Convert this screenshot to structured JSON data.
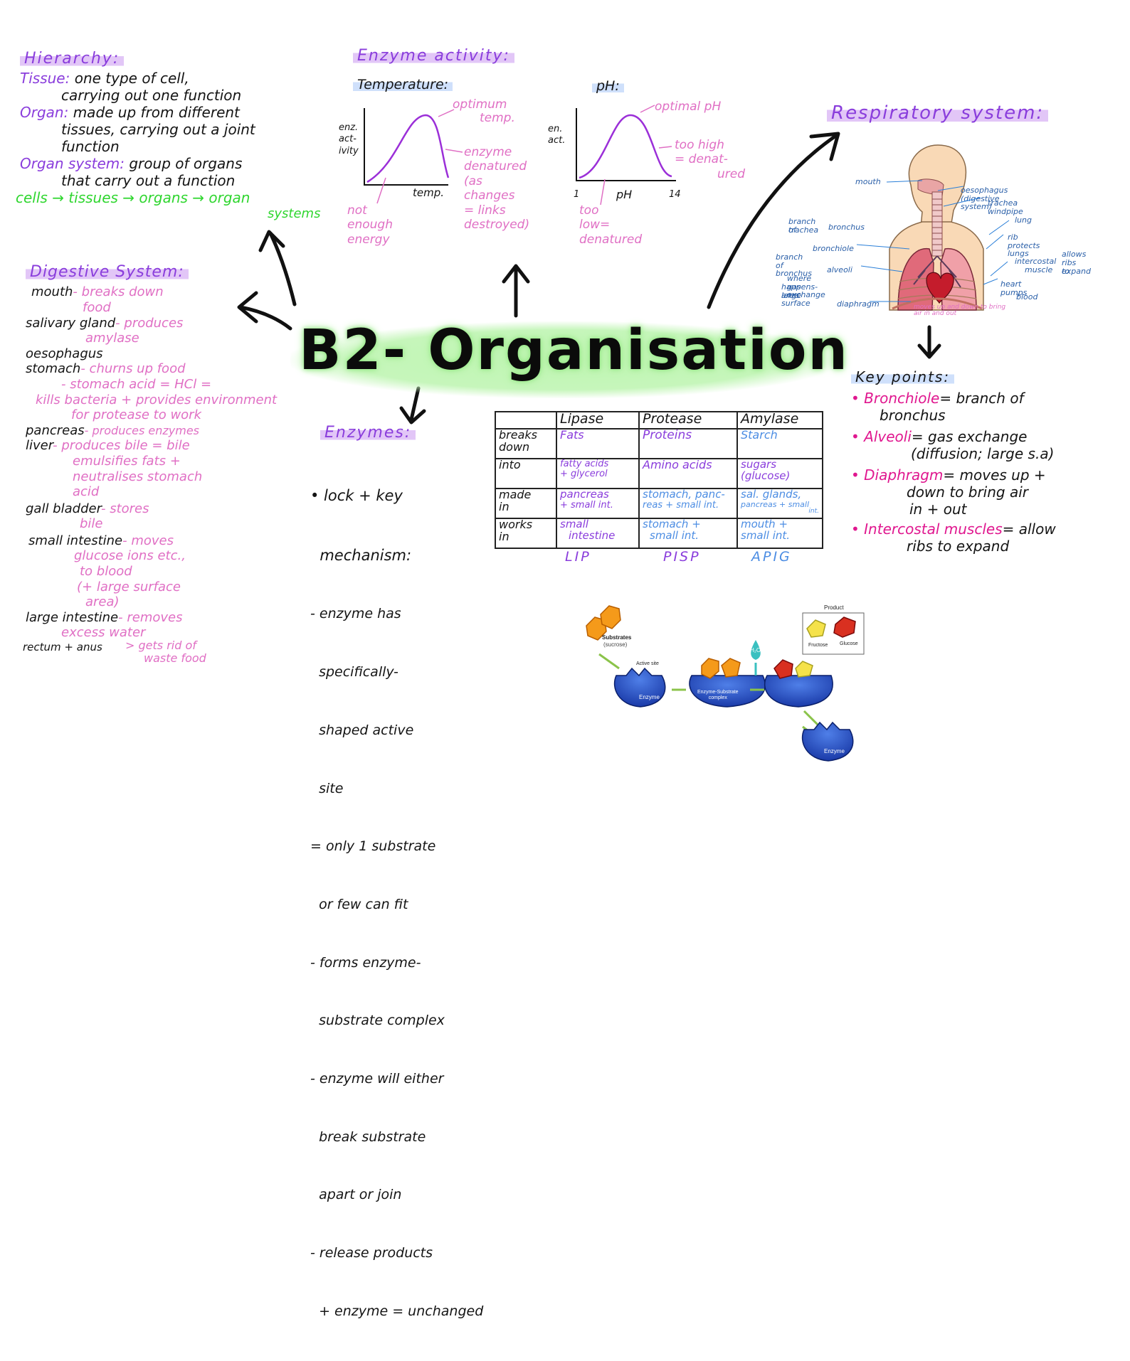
{
  "title": "B2- Organisation",
  "hierarchy": {
    "heading": "Hierarchy:",
    "lines": [
      {
        "key": "Tissue:",
        "text": "one type of cell,"
      },
      {
        "key": "",
        "text": "carrying out one function"
      },
      {
        "key": "Organ:",
        "text": "made up from different"
      },
      {
        "key": "",
        "text": "tissues, carrying out a joint"
      },
      {
        "key": "",
        "text": "function"
      },
      {
        "key": "Organ system:",
        "text": "group of organs"
      },
      {
        "key": "",
        "text": "that carry out a function"
      }
    ],
    "flow": "cells → tissues → organs → organ",
    "flow_end": "systems"
  },
  "enzyme_activity": {
    "heading": "Enzyme activity:",
    "temperature": {
      "label": "Temperature:",
      "y_label": [
        "enz.",
        "act-",
        "ivity"
      ],
      "x_label": "temp.",
      "peak_note": [
        "optimum",
        "temp."
      ],
      "low_note": [
        "not",
        "enough",
        "energy"
      ],
      "high_note": [
        "enzyme",
        "denatured",
        "(as",
        "changes",
        "= links",
        "destroyed)"
      ]
    },
    "ph": {
      "label": "pH:",
      "y_label": [
        "en.",
        "act."
      ],
      "x_label": "pH",
      "x_min": "1",
      "x_max": "14",
      "peak_note": "optimal pH",
      "high_note": [
        "too high",
        "= denat-",
        "ured"
      ],
      "low_note": [
        "too",
        "low=",
        "denatured"
      ]
    }
  },
  "respiratory": {
    "heading": "Respiratory system:",
    "labels_left": [
      "mouth",
      "branch of",
      "trachea",
      "bronchus",
      "bronchiole",
      "branch of bronchus",
      "alveoli",
      "where gas exchange",
      "happens- large surface",
      "area",
      "diaphragm"
    ],
    "labels_right": [
      "oesophagus (digestive system)",
      "trachea windpipe",
      "lung",
      "rib protects lungs",
      "intercostal",
      "muscle",
      "allows",
      "ribs to",
      "expand",
      "heart pumps",
      "blood"
    ],
    "bottom_label": [
      "moves up and down to bring",
      "air in and out"
    ]
  },
  "key_points": {
    "heading": "Key points:",
    "items": [
      {
        "term": "Bronchiole",
        "def": "= branch of",
        "def2": "bronchus",
        "def3": ""
      },
      {
        "term": "Alveoli",
        "def": "= gas exchange",
        "def2": "(diffusion; large s.a)",
        "def3": ""
      },
      {
        "term": "Diaphragm",
        "def": "= moves up +",
        "def2": "down to bring air",
        "def3": "in + out"
      },
      {
        "term": "Intercostal muscles",
        "def": "= allow",
        "def2": "ribs to expand",
        "def3": ""
      }
    ]
  },
  "digestive": {
    "heading": "Digestive System:",
    "rows": [
      {
        "organ": "mouth",
        "desc": [
          "- breaks down",
          "food"
        ]
      },
      {
        "organ": "salivary gland",
        "desc": [
          "- produces",
          "amylase"
        ]
      },
      {
        "organ": "oesophagus",
        "desc": []
      },
      {
        "organ": "stomach",
        "desc": [
          "- churns up food",
          "- stomach acid = HCl =",
          "kills bacteria + provides environment",
          "for protease to work"
        ]
      },
      {
        "organ": "pancreas",
        "desc": [
          "- produces enzymes"
        ]
      },
      {
        "organ": "liver",
        "desc": [
          "- produces bile = bile",
          "emulsifies fats +",
          "neutralises stomach",
          "acid"
        ]
      },
      {
        "organ": "gall bladder",
        "desc": [
          "- stores",
          "bile"
        ]
      },
      {
        "organ": "small intestine",
        "desc": [
          "- moves",
          "glucose ions etc.,",
          "to blood",
          "(+ large surface",
          "area)"
        ]
      },
      {
        "organ": "large intestine",
        "desc": [
          "- removes",
          "excess water"
        ]
      },
      {
        "organ": "rectum + anus",
        "desc": [
          "> gets rid of",
          "waste food"
        ]
      }
    ]
  },
  "enzymes": {
    "heading": "Enzymes:",
    "lines": [
      "• lock + key",
      "  mechanism:",
      "- enzyme has",
      "  specifically-",
      "  shaped active",
      "  site",
      "= only 1 substrate",
      "  or few can fit",
      "- forms enzyme-",
      "  substrate complex",
      "- enzyme will either",
      "  break substrate",
      "  apart or join",
      "- release products",
      "  + enzyme = unchanged"
    ]
  },
  "table": {
    "headers": [
      "",
      "Lipase",
      "Protease",
      "Amylase"
    ],
    "rows": [
      {
        "label": [
          "breaks",
          "down"
        ],
        "cells": [
          [
            "Fats"
          ],
          [
            "Proteins"
          ],
          [
            "Starch"
          ]
        ]
      },
      {
        "label": [
          "into"
        ],
        "cells": [
          [
            "fatty acids",
            "+ glycerol"
          ],
          [
            "Amino acids"
          ],
          [
            "sugars",
            "(glucose)"
          ]
        ]
      },
      {
        "label": [
          "made",
          "in"
        ],
        "cells": [
          [
            "pancreas",
            "+ small int."
          ],
          [
            "stomach, panc-",
            "reas + small int."
          ],
          [
            "sal. glands,",
            "pancreas + small",
            "int."
          ]
        ]
      },
      {
        "label": [
          "works",
          "in"
        ],
        "cells": [
          [
            "small",
            "intestine"
          ],
          [
            "stomach +",
            "small int."
          ],
          [
            "mouth +",
            "small int."
          ]
        ]
      }
    ],
    "mnemonics": [
      "LIP",
      "PISP",
      "APIG"
    ]
  },
  "enzyme_diagram": {
    "substrates": "Substrates",
    "sucrose": "(sucrose)",
    "active_site": "Active site",
    "enzyme": "Enzyme",
    "complex": [
      "Enzyme-Substrate",
      "complex"
    ],
    "water": "H₂O",
    "product": "Product",
    "fructose": "Fructose",
    "glucose": "Glucose"
  },
  "colors": {
    "pink": "#e06fc4",
    "magenta": "#e0178f",
    "purple": "#8a3ddc",
    "blue": "#4c8de3",
    "green": "#2fd62f",
    "highlight": "#e2c6f7"
  }
}
